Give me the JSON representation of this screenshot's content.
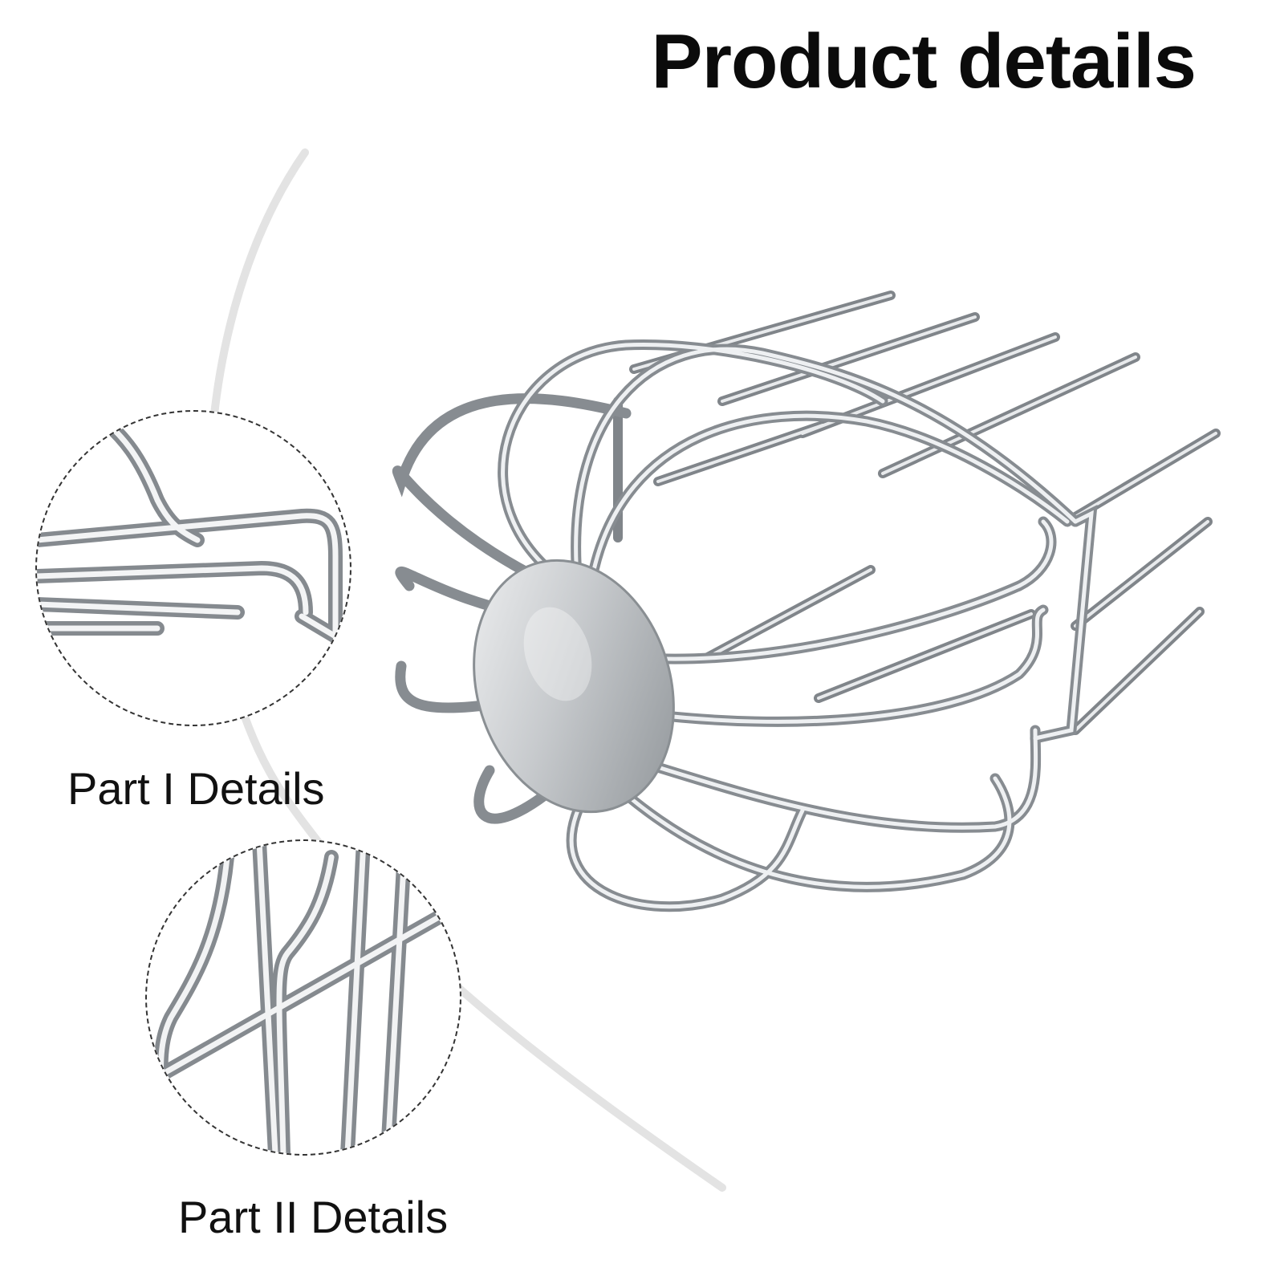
{
  "title": "Product details",
  "details": [
    {
      "label": "Part I Details"
    },
    {
      "label": "Part II Details"
    }
  ],
  "colors": {
    "text": "#0b0b0b",
    "steel": "#b9bcc0",
    "steel_dark": "#7e8388",
    "steel_light": "#eef0f2",
    "dashed_border": "#333333",
    "background_arc": "#e6e6e6"
  }
}
